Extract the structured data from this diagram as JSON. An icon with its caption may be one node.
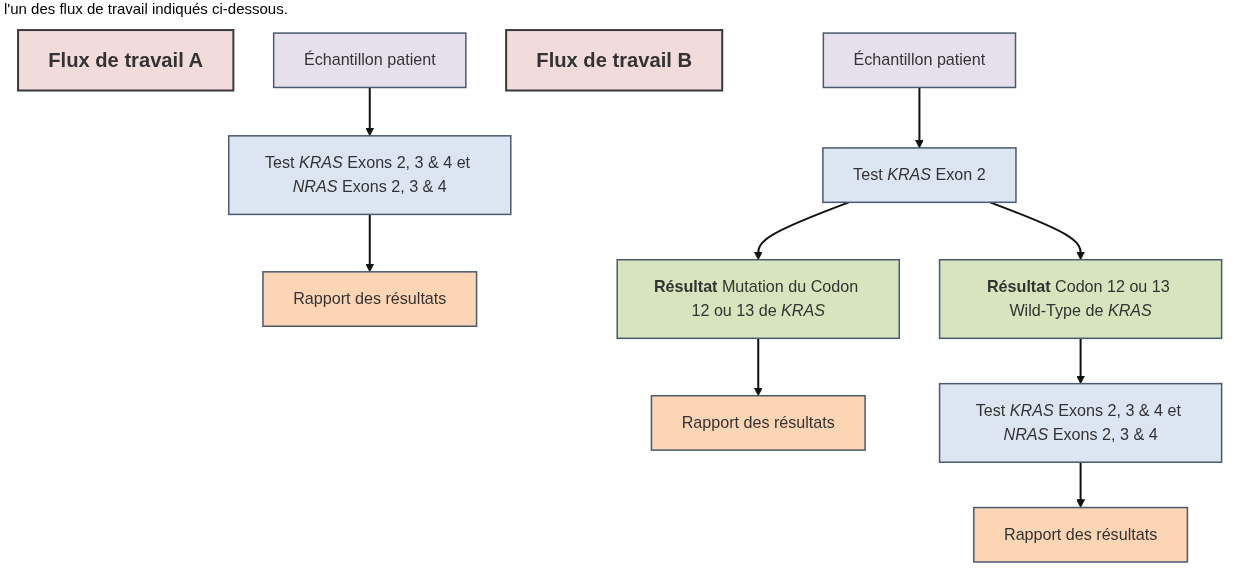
{
  "diagram": {
    "nodes": [
      {
        "text": [
          "Flux de travail A"
        ]
      },
      {
        "text": [
          "Échantillon patient"
        ]
      },
      {
        "text": [
          "Test *KRAS* Exons 2, 3 & 4 et *NRAS* Exons 2, 3 & 4"
        ]
      },
      {
        "text": [
          "Rapport des résultats"
        ]
      },
      {
        "text": [
          "Flux de travail B"
        ]
      },
      {
        "text": [
          "Échantillon patient"
        ]
      },
      {
        "text": [
          "Test *KRAS* Exon 2"
        ]
      },
      {
        "text": [
          "**Résultat** Mutation du Codon 12 ou 13 de *KRAS*"
        ]
      },
      {
        "text": [
          "Rapport des résultats"
        ]
      },
      {
        "text": [
          "**Résultat** Codon 12 ou 13 Wild-Type de *KRAS*"
        ]
      },
      {
        "text": [
          "Test *KRAS* Exons 2, 3 & 4 et *NRAS* Exons 2, 3 & 4"
        ]
      },
      {
        "text": [
          "Rapport des résultats"
        ]
      }
    ],
    "edges": [
      {
        "from": 1,
        "to": 2,
        "arrow": "to"
      },
      {
        "from": 2,
        "to": 3,
        "arrow": "to"
      },
      {
        "from": 5,
        "to": 6,
        "arrow": "to"
      },
      {
        "from": 6,
        "to": 7,
        "arrow": "to"
      },
      {
        "from": 7,
        "to": 8,
        "arrow": "to"
      },
      {
        "from": 6,
        "to": 9,
        "arrow": "to"
      },
      {
        "from": 9,
        "to": 10,
        "arrow": "to"
      },
      {
        "from": 10,
        "to": 11,
        "arrow": "to"
      }
    ],
    "labels": [
      "l'un des flux de travail indiqués ci-dessous."
    ]
  }
}
